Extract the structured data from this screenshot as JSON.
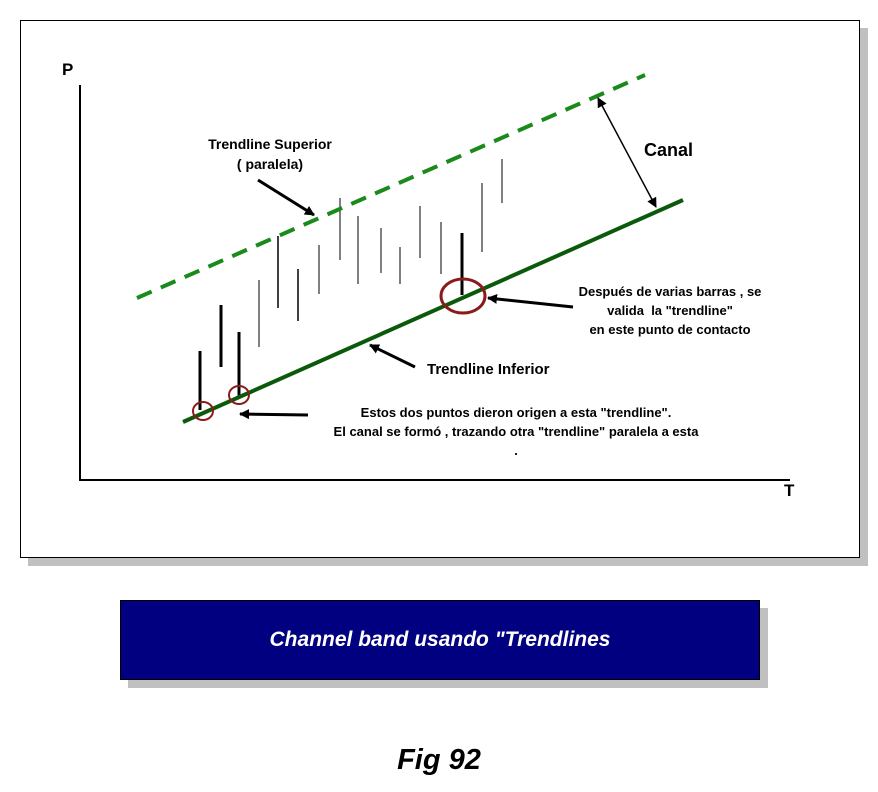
{
  "axes": {
    "y_label": "P",
    "x_label": "T"
  },
  "labels": {
    "upper_line": [
      "Trendline Superior",
      "( paralela)"
    ],
    "channel": "Canal",
    "contact": [
      "Después de varias barras , se",
      "valida  la \"trendline\"",
      "en este punto de contacto"
    ],
    "lower_line": "Trendline Inferior",
    "origin": [
      "Estos dos puntos dieron origen a esta \"trendline\".",
      "El canal se formó , trazando otra \"trendline\" paralela a esta",
      "."
    ]
  },
  "caption": "Channel band usando \"Trendlines",
  "figure_label": "Fig 92",
  "colors": {
    "upper_line": "#1a8a1a",
    "lower_line": "#0b5a0b",
    "circle": "#8b1a1a",
    "caption_bg": "#000080"
  }
}
